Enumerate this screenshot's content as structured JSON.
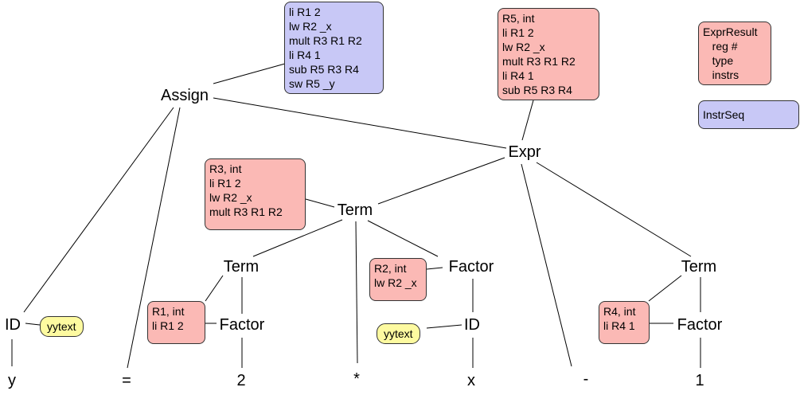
{
  "tree": {
    "nodes": {
      "assign": "Assign",
      "expr": "Expr",
      "term_top": "Term",
      "term_left": "Term",
      "term_right": "Term",
      "factor_left": "Factor",
      "factor_mid": "Factor",
      "factor_right": "Factor",
      "id_left": "ID",
      "id_mid": "ID",
      "leaf_y": "y",
      "leaf_eq": "=",
      "leaf_2": "2",
      "leaf_star": "*",
      "leaf_x": "x",
      "leaf_minus": "-",
      "leaf_1": "1"
    },
    "annotations": {
      "assign_instrs": "li R1 2\nlw R2 _x\nmult R3 R1 R2\nli R4 1\nsub R5 R3 R4\nsw R5 _y",
      "expr_result": "R5, int\nli R1 2\nlw R2 _x\nmult R3 R1 R2\nli R4 1\nsub R5 R3 R4",
      "term_top_result": "R3, int\nli R1 2\nlw R2 _x\nmult R3 R1 R2",
      "term_left_result": "R1, int\nli R1 2",
      "factor_mid_result": "R2, int\nlw R2 _x",
      "term_right_result": "R4, int\nli R4 1",
      "id_left_text": "yytext",
      "id_mid_text": "yytext"
    },
    "legend": {
      "expr_result": "ExprResult\n   reg #\n   type\n   instrs",
      "instr_seq": "InstrSeq"
    }
  },
  "colors": {
    "expr_result_fill": "#fbb9b5",
    "instr_seq_fill": "#c8c8f6",
    "yytext_fill": "#fdfaa0"
  }
}
